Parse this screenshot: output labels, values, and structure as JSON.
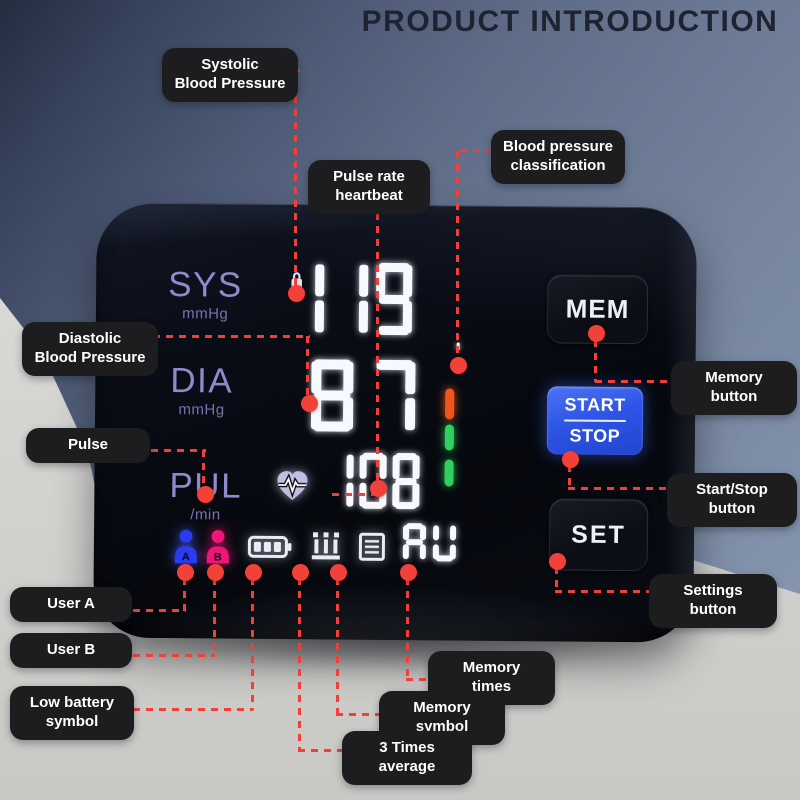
{
  "title": "PRODUCT INTRODUCTION",
  "device": {
    "display": {
      "sys": {
        "label": "SYS",
        "unit": "mmHg",
        "value": "119"
      },
      "dia": {
        "label": "DIA",
        "unit": "mmHg",
        "value": "87"
      },
      "pul": {
        "label": "PUL",
        "unit": "/min",
        "value": "108"
      },
      "avg_indicator": "AU",
      "user_a_letter": "A",
      "user_b_letter": "B"
    },
    "buttons": {
      "mem": "MEM",
      "start": "START",
      "stop": "STOP",
      "set": "SET"
    }
  },
  "callouts": {
    "systolic": {
      "lines": [
        "Systolic",
        "Blood Pressure"
      ]
    },
    "pulse_rate": {
      "lines": [
        "Pulse rate",
        "heartbeat"
      ]
    },
    "bp_classification": {
      "lines": [
        "Blood pressure",
        "classification"
      ]
    },
    "diastolic": {
      "lines": [
        "Diastolic",
        "Blood Pressure"
      ]
    },
    "pulse": {
      "lines": [
        "Pulse"
      ]
    },
    "memory_button": {
      "lines": [
        "Memory",
        "button"
      ]
    },
    "start_stop_button": {
      "lines": [
        "Start/Stop",
        "button"
      ]
    },
    "settings_button": {
      "lines": [
        "Settings",
        "button"
      ]
    },
    "user_a": {
      "lines": [
        "User A"
      ]
    },
    "user_b": {
      "lines": [
        "User B"
      ]
    },
    "low_battery": {
      "lines": [
        "Low battery",
        "symbol"
      ]
    },
    "memory_times": {
      "lines": [
        "Memory",
        "times"
      ]
    },
    "memory_symbol": {
      "lines": [
        "Memory",
        "symbol"
      ]
    },
    "three_times_average": {
      "lines": [
        "3 Times",
        "average"
      ]
    }
  },
  "icons": {
    "heart_pulse": "heart with ECG line",
    "cuff_lock": "small lock indicator",
    "user_a": "blue person silhouette with letter A",
    "user_b": "pink person silhouette with letter B",
    "battery": "battery with three bars",
    "memory_bank": "three-pillar memory icon",
    "memory_list": "lined document icon"
  },
  "colors": {
    "accent_red": "#f24138",
    "start_button_blue": "#2e55e6",
    "classification_orange": "#f0551c",
    "classification_green": "#2fd05e",
    "user_a_blue": "#2b3bf2",
    "user_b_pink": "#f21579",
    "display_lavender": "#9089cc",
    "digit_white": "#f8f9ff",
    "label_box_bg": "#1d1d1f",
    "wall_blue_gray": "#6b7994",
    "floor_gray": "#d7d6d3"
  }
}
